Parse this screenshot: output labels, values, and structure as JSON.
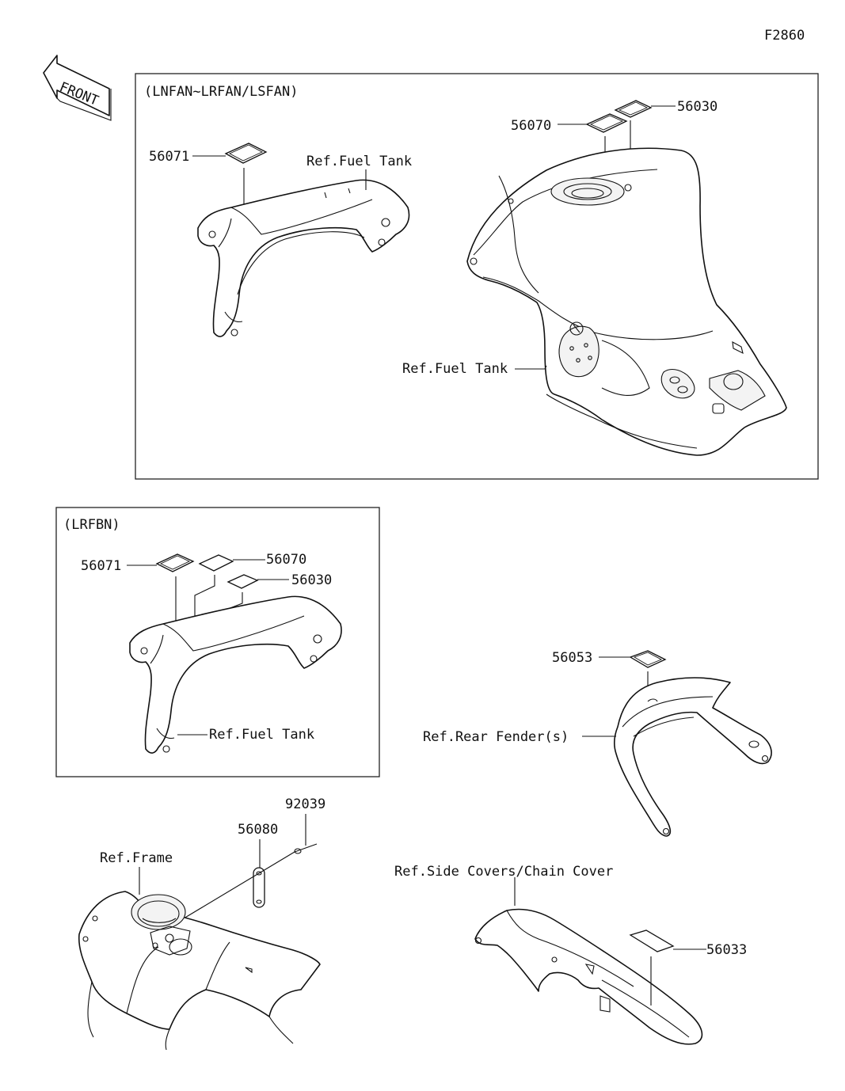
{
  "figure_id": "F2860",
  "front_arrow": {
    "text": "FRONT"
  },
  "panels": {
    "top": {
      "title": "(LNFAN~LRFAN/LSFAN)"
    },
    "mid": {
      "title": "(LRFBN)"
    }
  },
  "parts": {
    "p56071_top": "56071",
    "p56070_top": "56070",
    "p56030_top": "56030",
    "p56071_mid": "56071",
    "p56070_mid": "56070",
    "p56030_mid": "56030",
    "p56053": "56053",
    "p92039": "92039",
    "p56080": "56080",
    "p56033": "56033"
  },
  "refs": {
    "fuel_tank_cover_top": "Ref.Fuel Tank",
    "fuel_tank_main": "Ref.Fuel Tank",
    "fuel_tank_mid": "Ref.Fuel Tank",
    "rear_fender": "Ref.Rear Fender(s)",
    "frame": "Ref.Frame",
    "side_covers": "Ref.Side Covers/Chain Cover"
  }
}
